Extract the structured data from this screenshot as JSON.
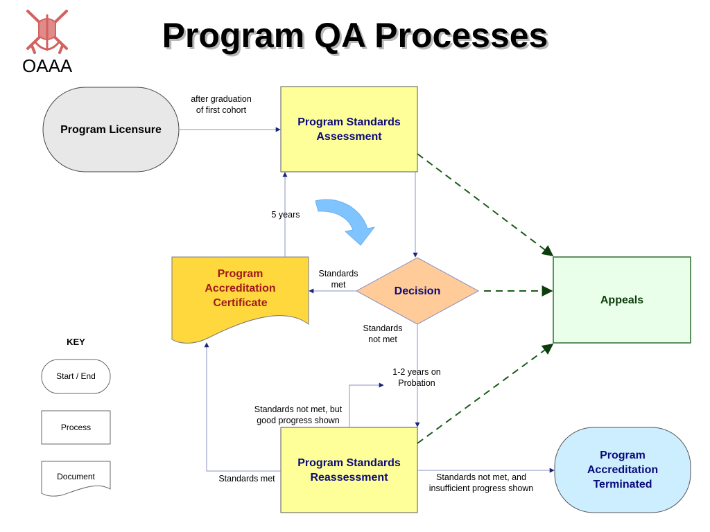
{
  "title": "Program QA Processes",
  "org": "OAAA",
  "nodes": {
    "licensure": "Program Licensure",
    "assessment": "Program Standards Assessment",
    "certificate": "Program Accreditation Certificate",
    "decision": "Decision",
    "appeals": "Appeals",
    "reassessment": "Program Standards Reassessment",
    "terminated": "Program Accreditation Terminated"
  },
  "edges": {
    "after_graduation": "after graduation of first cohort",
    "five_years": "5 years",
    "standards_met_decision": "Standards met",
    "standards_not_met": "Standards not met",
    "probation": "1-2 years on Probation",
    "good_progress": "Standards not met, but good progress shown",
    "standards_met_reassess": "Standards met",
    "insufficient_progress": "Standards not met, and insufficient progress shown"
  },
  "key": {
    "title": "KEY",
    "start_end": "Start / End",
    "process": "Process",
    "document": "Document"
  },
  "colors": {
    "process_fill": "#ffff99",
    "document_fill": "#ffd83d",
    "decision_fill": "#ffcc99",
    "appeals_fill": "#eaffea",
    "terminated_fill": "#cceeff",
    "start_fill": "#e8e8e8",
    "connector": "#8a90c0",
    "dashed": "#1a5a1a",
    "circular_arrow": "#80c4ff"
  }
}
